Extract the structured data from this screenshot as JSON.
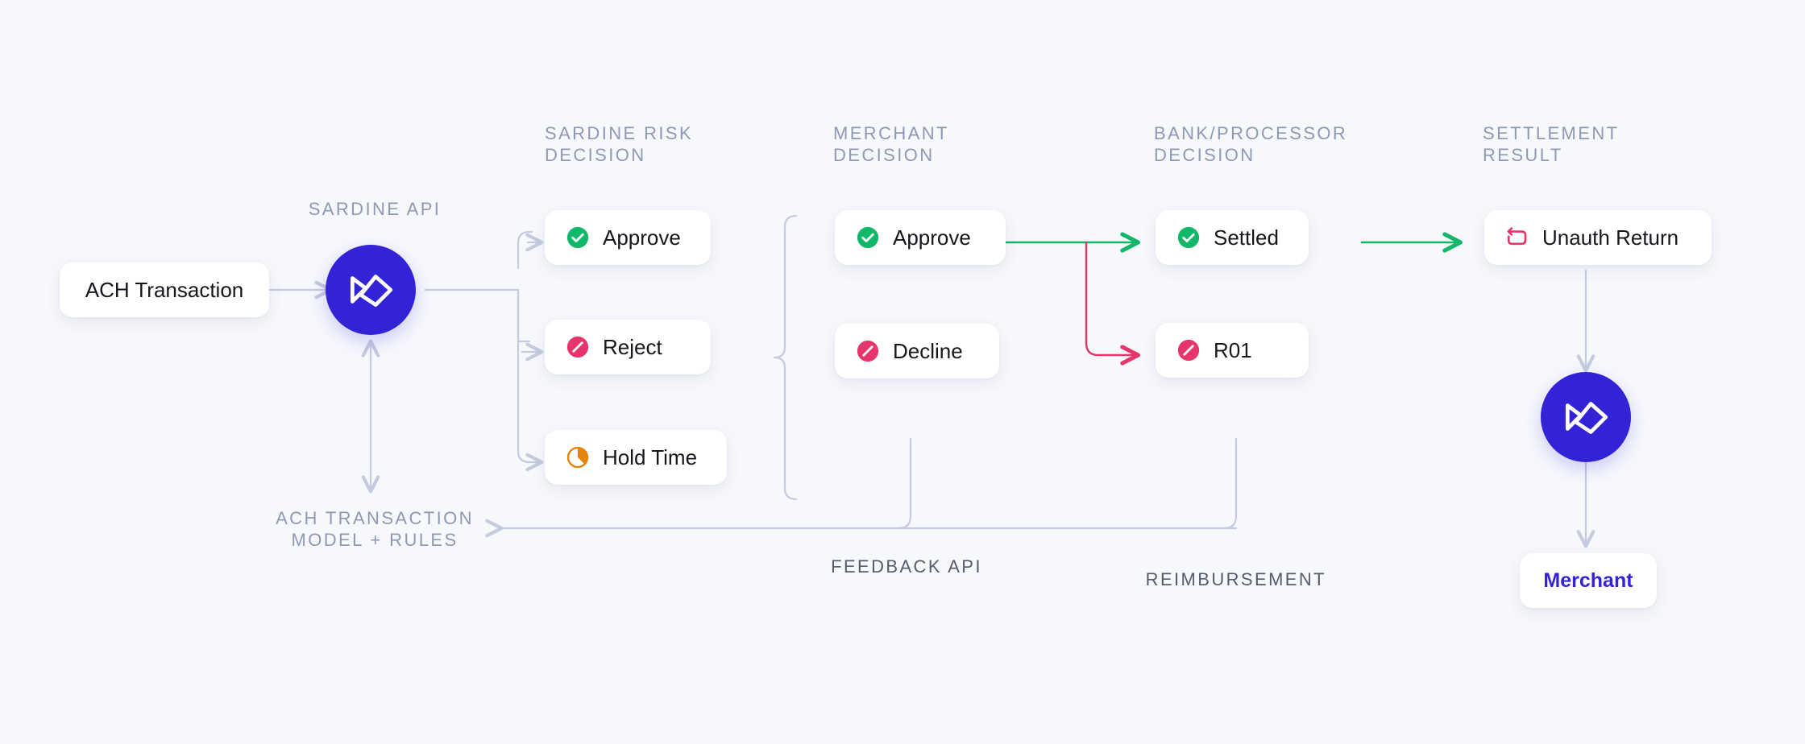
{
  "theme": {
    "background": "#f7f8fc",
    "brand_purple": "#3323d6",
    "green": "#12b76a",
    "pink": "#e5356b",
    "orange": "#e5840d",
    "wire_gray": "#c5cbde",
    "header_gray": "#8e99b3",
    "caption_dark": "#555c6e",
    "card_white": "#ffffff",
    "text_black": "#15171c"
  },
  "columns": [
    {
      "id": "sardine-risk-decision",
      "title": "SARDINE RISK\nDECISION"
    },
    {
      "id": "merchant-decision",
      "title": "MERCHANT\nDECISION"
    },
    {
      "id": "bank-processor-decision",
      "title": "BANK/PROCESSOR\nDECISION"
    },
    {
      "id": "settlement-result",
      "title": "SETTLEMENT\nRESULT"
    }
  ],
  "captions": {
    "sardine_api": "SARDINE API",
    "ach_model_rules": "ACH TRANSACTION\nMODEL + RULES",
    "feedback_api": "FEEDBACK API",
    "reimbursement": "REIMBURSEMENT"
  },
  "nodes": {
    "input": {
      "label": "ACH Transaction",
      "icon": "none"
    },
    "sardine_decisions": [
      {
        "label": "Approve",
        "icon": "check-circle-icon",
        "icon_color": "#12b76a"
      },
      {
        "label": "Reject",
        "icon": "block-circle-icon",
        "icon_color": "#e5356b"
      },
      {
        "label": "Hold Time",
        "icon": "pie-clock-icon",
        "icon_color": "#e5840d"
      }
    ],
    "merchant_decisions": [
      {
        "label": "Approve",
        "icon": "check-circle-icon",
        "icon_color": "#12b76a"
      },
      {
        "label": "Decline",
        "icon": "block-circle-icon",
        "icon_color": "#e5356b"
      }
    ],
    "bank_decisions": [
      {
        "label": "Settled",
        "icon": "check-circle-icon",
        "icon_color": "#12b76a"
      },
      {
        "label": "R01",
        "icon": "block-circle-icon",
        "icon_color": "#e5356b"
      }
    ],
    "settlement": [
      {
        "label": "Unauth Return",
        "icon": "return-arrow-icon",
        "icon_color": "#e5356b"
      }
    ],
    "merchant": {
      "label": "Merchant",
      "icon": "none"
    }
  },
  "logos": [
    {
      "id": "sardine-logo-api",
      "alt": "sardine-fish-logo"
    },
    {
      "id": "sardine-logo-reimbursement",
      "alt": "sardine-fish-logo"
    }
  ],
  "flow_edges": [
    {
      "from": "ACH Transaction",
      "to": "Sardine API",
      "color": "#c5cbde",
      "style": "arrow"
    },
    {
      "from": "Sardine API",
      "to": "Approve",
      "color": "#c5cbde",
      "style": "arrow"
    },
    {
      "from": "Sardine API",
      "to": "Reject",
      "color": "#c5cbde",
      "style": "arrow"
    },
    {
      "from": "Sardine API",
      "to": "Hold Time",
      "color": "#c5cbde",
      "style": "arrow"
    },
    {
      "from": "Sardine decisions",
      "to": "Merchant decision",
      "color": "#c5cbde",
      "style": "brace"
    },
    {
      "from": "Approve (merchant)",
      "to": "Settled",
      "color": "#12b76a",
      "style": "arrow"
    },
    {
      "from": "Approve (merchant)",
      "to": "R01",
      "color": "#e5356b",
      "style": "arrow"
    },
    {
      "from": "Settled",
      "to": "Unauth Return",
      "color": "#12b76a",
      "style": "arrow"
    },
    {
      "from": "Unauth Return",
      "to": "Sardine logo",
      "color": "#c5cbde",
      "style": "arrow"
    },
    {
      "from": "Sardine logo",
      "to": "Merchant",
      "color": "#c5cbde",
      "style": "arrow"
    },
    {
      "from": "Merchant / Bank decisions",
      "to": "ACH Transaction Model + Rules",
      "color": "#c5cbde",
      "style": "feedback"
    },
    {
      "from": "ACH Transaction Model + Rules",
      "to": "Sardine API",
      "color": "#c5cbde",
      "style": "double-arrow"
    }
  ]
}
